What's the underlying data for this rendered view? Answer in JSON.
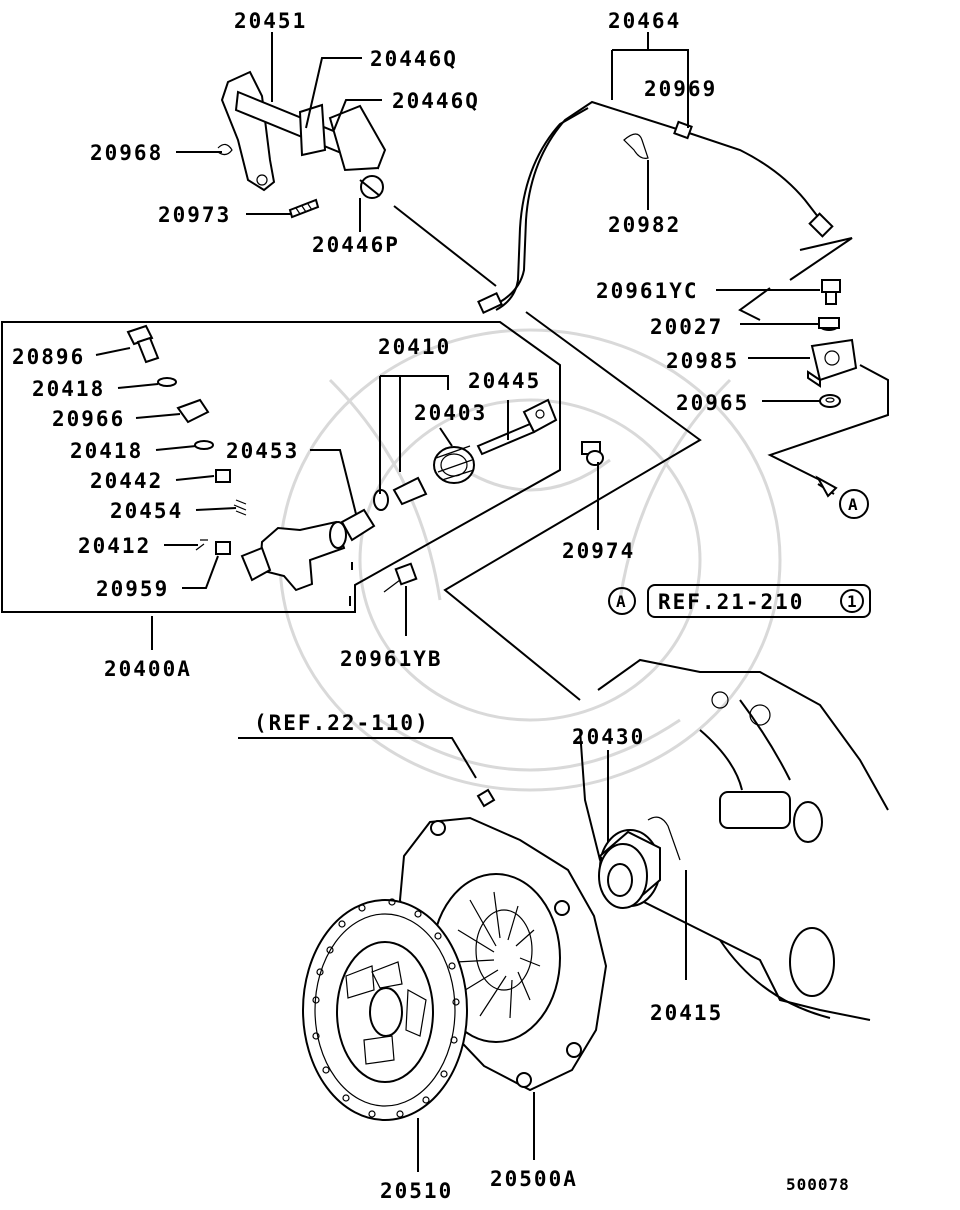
{
  "labels": {
    "p20451": "20451",
    "p20446q_a": "20446Q",
    "p20446q_b": "20446Q",
    "p20968": "20968",
    "p20973": "20973",
    "p20446p": "20446P",
    "p20464": "20464",
    "p20969": "20969",
    "p20982": "20982",
    "p20961yc": "20961YC",
    "p20027": "20027",
    "p20985": "20985",
    "p20965": "20965",
    "p20896": "20896",
    "p20418_a": "20418",
    "p20966": "20966",
    "p20418_b": "20418",
    "p20442": "20442",
    "p20454": "20454",
    "p20412": "20412",
    "p20959": "20959",
    "p20453": "20453",
    "p20410": "20410",
    "p20445": "20445",
    "p20403": "20403",
    "p20974": "20974",
    "p20400a": "20400A",
    "p20961yb": "20961YB",
    "p20430": "20430",
    "p20415": "20415",
    "p20510": "20510",
    "p20500a": "20500A",
    "ref22": "(REF.22-110)",
    "ref21": "REF.21-210",
    "ref21_num": "1",
    "circle_a": "A",
    "circle_a2": "A",
    "diagram_code": "500078"
  }
}
